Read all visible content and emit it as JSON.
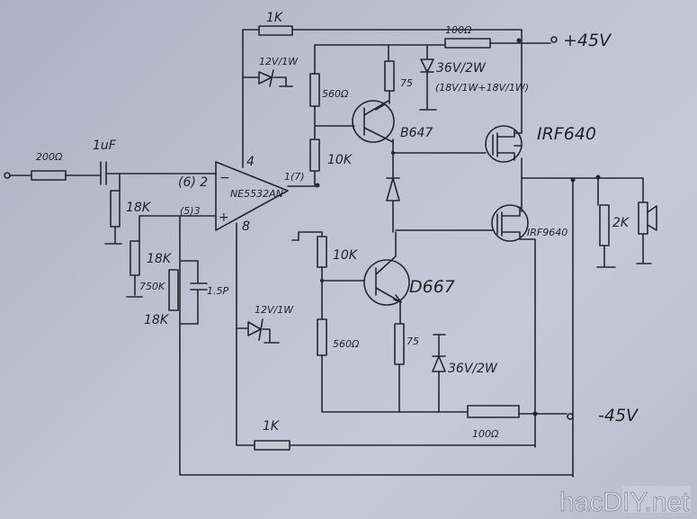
{
  "title": "NE5532 + IRF640/IRF9640 MOSFET power amplifier schematic (hand drawn)",
  "labels": {
    "r_input": "200Ω",
    "c_input": "1uF",
    "r_in_ground": "18K",
    "opamp": "NE5532AN",
    "pin_inv": "(6) 2",
    "pin_noninv": "(5)3",
    "pin_4": "4",
    "pin_8": "8",
    "pin_out": "1(7)",
    "minus": "−",
    "plus": "+",
    "r_fb_top": "1K",
    "r_fb_bottom": "1K",
    "zener_top": "12V/1W",
    "zener_bottom": "12V/1W",
    "r_560_top": "560Ω",
    "r_560_bottom": "560Ω",
    "r_10k_top": "10K",
    "r_10k_bottom": "10K",
    "r_75_top": "75",
    "r_75_bottom": "75",
    "zener36_top": "36V/2W",
    "zener36_top_note": "(18V/1W+18V/1W)",
    "zener36_bottom": "36V/2W",
    "r_100_top": "100Ω",
    "r_100_bottom": "100Ω",
    "q_pnp": "B647",
    "q_npn": "D667",
    "mos_n": "IRF640",
    "mos_p": "IRF9640",
    "r_18k_a": "18K",
    "r_750k": "750K",
    "c_15p": "1.5P",
    "r_18k_b": "18K",
    "r_load": "2K",
    "v_pos": "+45V",
    "v_neg": "-45V"
  },
  "watermark": "hacDIY.net"
}
